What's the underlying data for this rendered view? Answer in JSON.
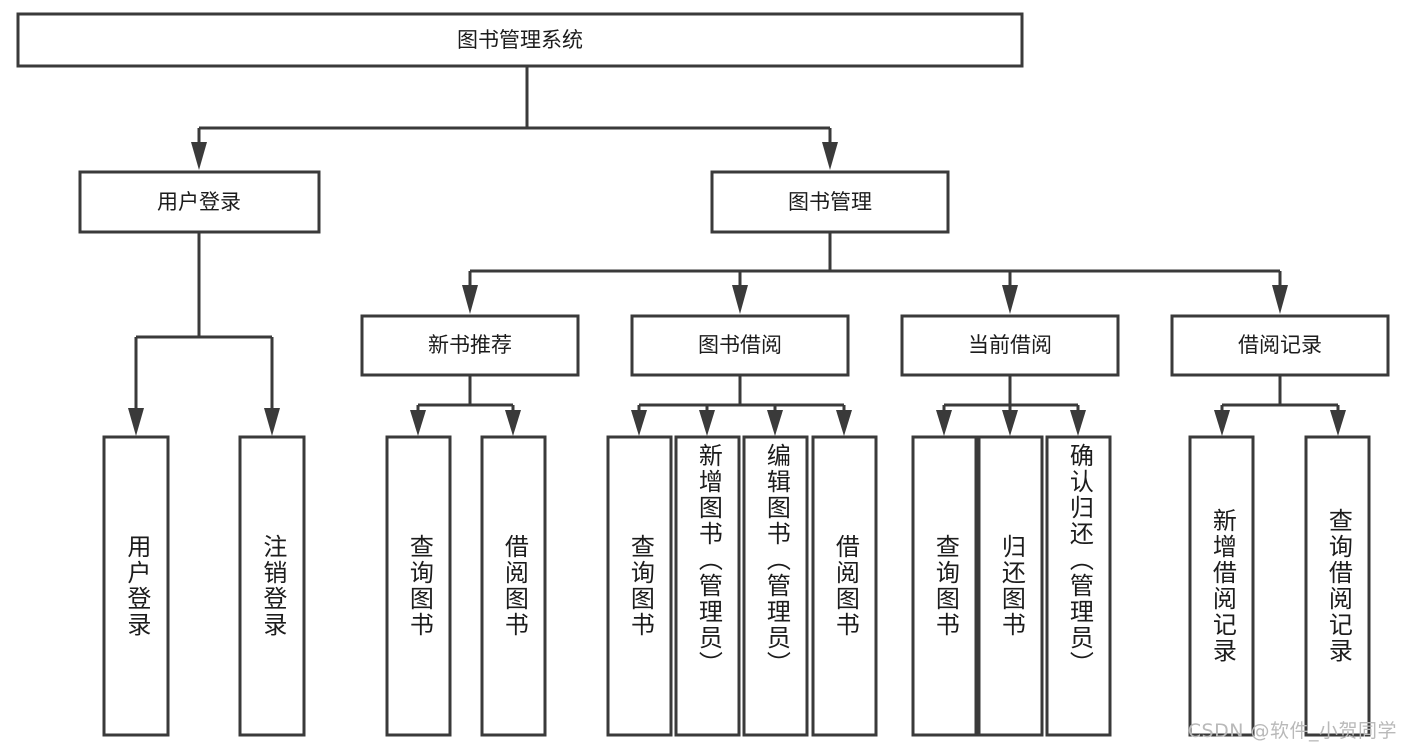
{
  "diagram": {
    "type": "tree-hierarchy",
    "title": "图书管理系统",
    "watermark": "CSDN @软件_小贺同学",
    "colors": {
      "background": "#ffffff",
      "box_stroke": "#3a3a3a",
      "box_fill": "#ffffff",
      "text": "#1c1c1c",
      "watermark": "#b9b9b9"
    },
    "root": {
      "id": "root",
      "label": "图书管理系统"
    },
    "level1": [
      {
        "id": "user-login",
        "label": "用户登录"
      },
      {
        "id": "book-manage",
        "label": "图书管理"
      }
    ],
    "level2": [
      {
        "id": "new-book-recommend",
        "label": "新书推荐",
        "parent": "book-manage"
      },
      {
        "id": "book-borrow",
        "label": "图书借阅",
        "parent": "book-manage"
      },
      {
        "id": "current-borrow",
        "label": "当前借阅",
        "parent": "book-manage"
      },
      {
        "id": "borrow-record",
        "label": "借阅记录",
        "parent": "book-manage"
      }
    ],
    "leaves": {
      "user_login": [
        {
          "id": "leaf-user-login",
          "label": "用户登录"
        },
        {
          "id": "leaf-user-logout",
          "label": "注销登录"
        }
      ],
      "new_book_recommend": [
        {
          "id": "leaf-query-book-1",
          "label": "查询图书"
        },
        {
          "id": "leaf-borrow-book-1",
          "label": "借阅图书"
        }
      ],
      "book_borrow": [
        {
          "id": "leaf-query-book-2",
          "label": "查询图书"
        },
        {
          "id": "leaf-add-book",
          "label": "新增图书（管理员）"
        },
        {
          "id": "leaf-edit-book",
          "label": "编辑图书（管理员）"
        },
        {
          "id": "leaf-borrow-book-2",
          "label": "借阅图书"
        }
      ],
      "current_borrow": [
        {
          "id": "leaf-query-book-3",
          "label": "查询图书"
        },
        {
          "id": "leaf-return-book",
          "label": "归还图书"
        },
        {
          "id": "leaf-confirm-return",
          "label": "确认归还（管理员）"
        }
      ],
      "borrow_record": [
        {
          "id": "leaf-add-record",
          "label": "新增借阅记录"
        },
        {
          "id": "leaf-query-record",
          "label": "查询借阅记录"
        }
      ]
    }
  }
}
